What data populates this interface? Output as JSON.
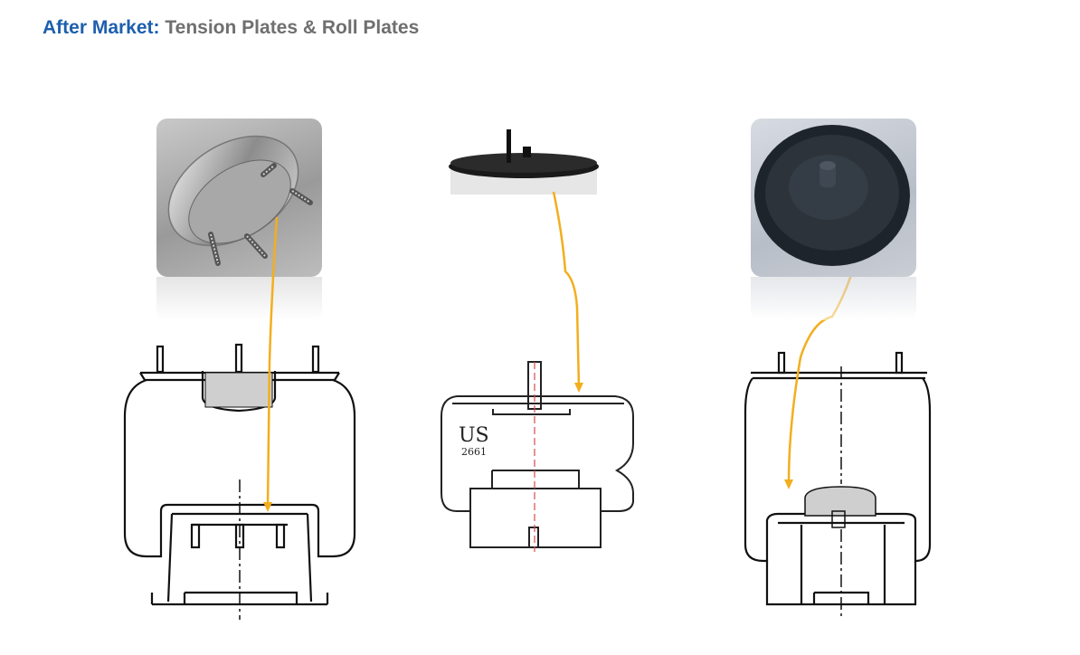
{
  "slide": {
    "title_prefix": "After Market",
    "title_separator": ":",
    "title_main": "Tension Plates & Roll Plates"
  },
  "colors": {
    "title_prefix": "#1d5fae",
    "title_main": "#6f6f6f",
    "connector": "#f3ae1d",
    "drawing_line": "#111111"
  },
  "items": [
    {
      "photo": "steel-tension-plate-with-studs",
      "drawing": "air-spring-with-tension-plate"
    },
    {
      "photo": "black-roll-plate-disc",
      "drawing": "air-spring-cross-section-us"
    },
    {
      "photo": "black-plastic-roll-plate",
      "drawing": "air-spring-with-roll-plate"
    }
  ],
  "drawing_label": {
    "code": "US",
    "number": "2661"
  }
}
